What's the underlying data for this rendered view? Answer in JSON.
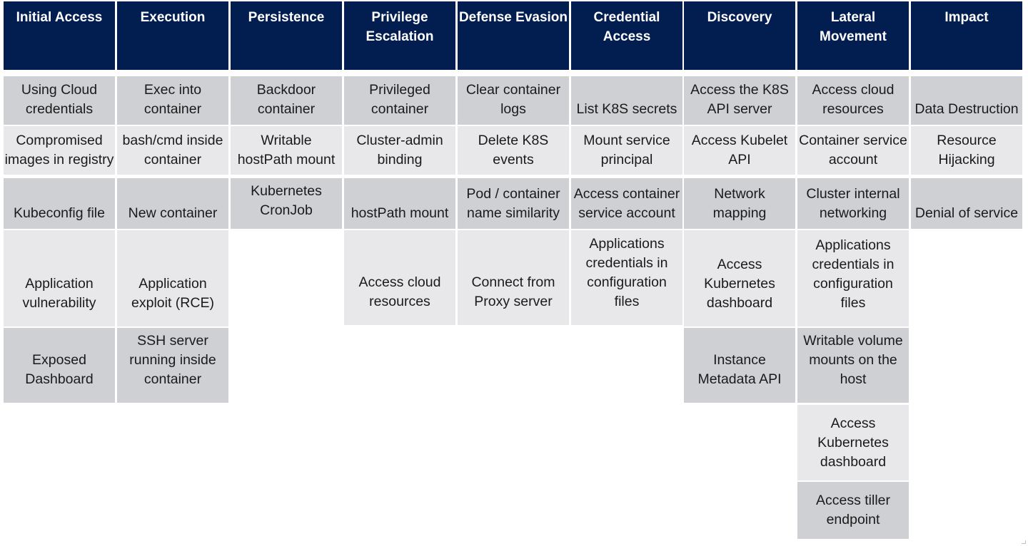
{
  "matrix": {
    "columns": [
      {
        "header": "Initial Access",
        "cells": [
          "Using Cloud\ncredentials",
          "Compromised\nimages in registry",
          "Kubeconfig file",
          "Application\nvulnerability",
          "Exposed\nDashboard"
        ]
      },
      {
        "header": "Execution",
        "cells": [
          "Exec into\ncontainer",
          "bash/cmd inside\ncontainer",
          "New container",
          "Application\nexploit (RCE)",
          "SSH server\nrunning inside\ncontainer"
        ]
      },
      {
        "header": "Persistence",
        "cells": [
          "Backdoor\ncontainer",
          "Writable\nhostPath mount",
          "Kubernetes\nCronJob"
        ]
      },
      {
        "header": "Privilege\nEscalation",
        "cells": [
          "Privileged\ncontainer",
          "Cluster-admin\nbinding",
          "hostPath mount",
          "Access cloud\nresources"
        ]
      },
      {
        "header": "Defense\nEvasion",
        "cells": [
          "Clear container\nlogs",
          "Delete K8S\nevents",
          "Pod / container\nname similarity",
          "Connect from\nProxy server"
        ]
      },
      {
        "header": "Credential\nAccess",
        "cells": [
          "List K8S secrets",
          "Mount service\nprincipal",
          "Access container\nservice account",
          "Applications\ncredentials in\nconfiguration\nfiles"
        ]
      },
      {
        "header": "Discovery",
        "cells": [
          "Access the K8S\nAPI server",
          "Access Kubelet\nAPI",
          "Network\nmapping",
          "Access\nKubernetes\ndashboard",
          "Instance\nMetadata API"
        ]
      },
      {
        "header": "Lateral\nMovement",
        "cells": [
          "Access cloud\nresources",
          "Container service\naccount",
          "Cluster internal\nnetworking",
          "Applications\ncredentials in\nconfiguration\nfiles",
          "Writable volume\nmounts on the\nhost",
          "Access\nKubernetes\ndashboard",
          "Access tiller\nendpoint"
        ]
      },
      {
        "header": "Impact",
        "cells": [
          "Data Destruction",
          "Resource\nHijacking",
          "Denial of service"
        ]
      }
    ]
  },
  "colors": {
    "header_bg": "#021E50",
    "header_text": "#FFFFFF",
    "cell_dark": "#CFD0D3",
    "cell_light": "#E8E8EA"
  }
}
